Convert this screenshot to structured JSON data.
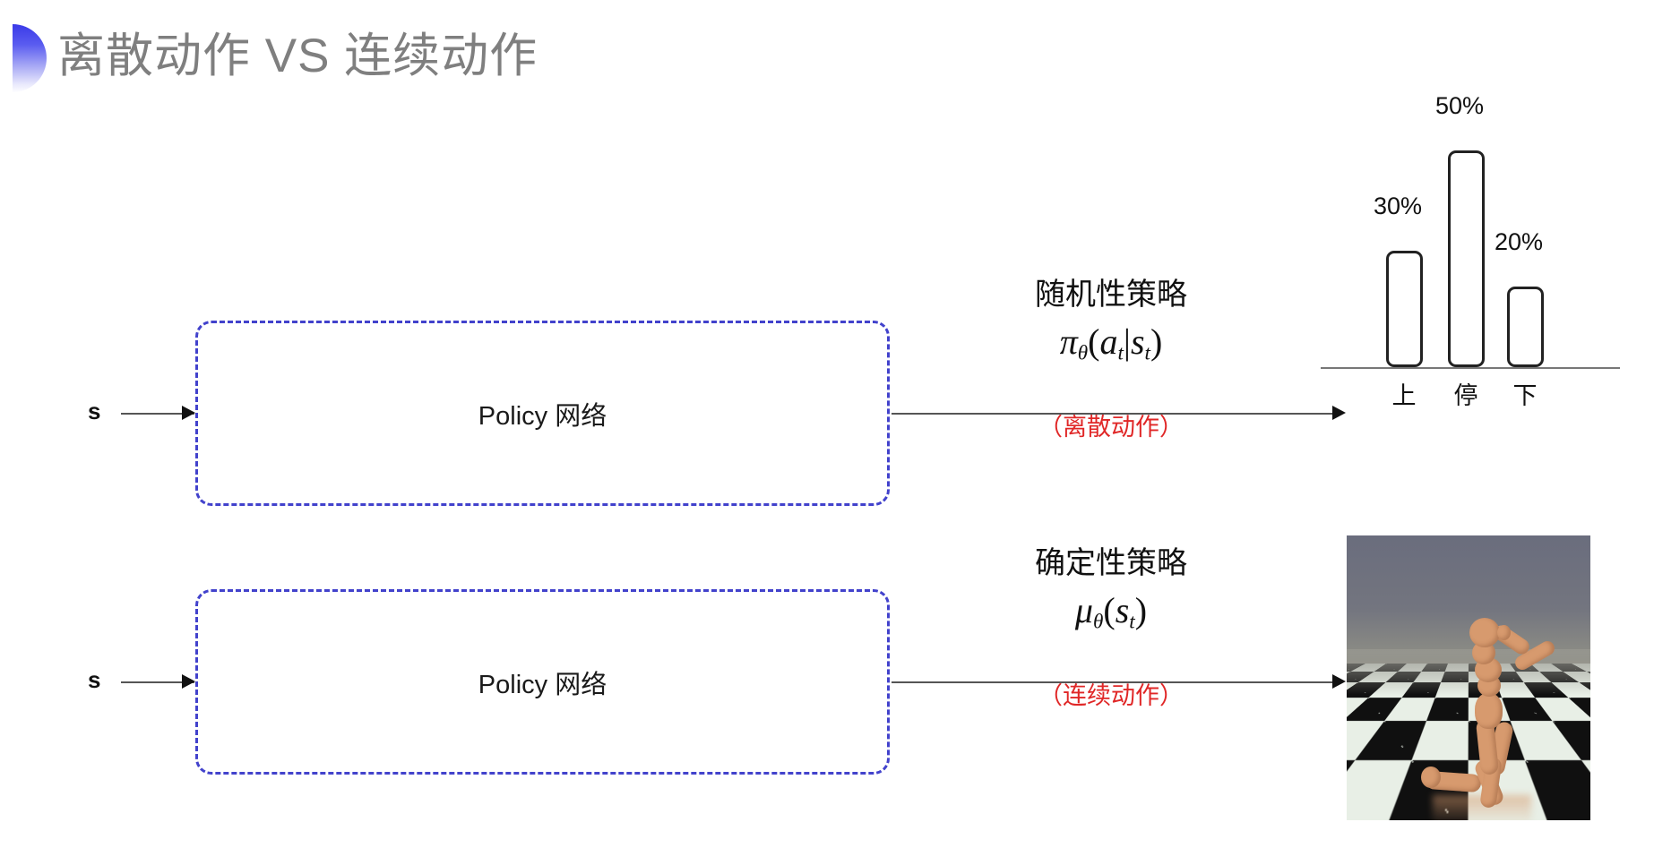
{
  "slide": {
    "title": "离散动作 VS 连续动作",
    "accent_blue": "#3a3ae8",
    "title_color": "#7f7f7f",
    "red_color": "#e02727",
    "box_border_color": "#4242cc"
  },
  "rows": {
    "discrete": {
      "input_label": "s",
      "box_label": "Policy 网络",
      "caption_title": "随机性策略",
      "formula_pi": "π",
      "formula_theta": "θ",
      "formula_open": "(",
      "formula_a": "a",
      "formula_t1": "t",
      "formula_bar": "|",
      "formula_s": "s",
      "formula_t2": "t",
      "formula_close": ")",
      "caption_red": "（离散动作）"
    },
    "continuous": {
      "input_label": "s",
      "box_label": "Policy 网络",
      "caption_title": "确定性策略",
      "formula_mu": "μ",
      "formula_theta": "θ",
      "formula_open": "(",
      "formula_s": "s",
      "formula_t": "t",
      "formula_close": ")",
      "caption_red": "（连续动作）",
      "sim_caption": "humanoid-simulation"
    }
  },
  "chart_data": {
    "type": "bar",
    "title": "",
    "categories": [
      "上",
      "停",
      "下"
    ],
    "values": [
      30,
      50,
      20
    ],
    "value_labels": [
      "30%",
      "50%",
      "20%"
    ],
    "xlabel": "",
    "ylabel": "",
    "ylim": [
      0,
      60
    ],
    "grid": false,
    "legend": "none",
    "bar_style": "outlined-white-rounded"
  }
}
